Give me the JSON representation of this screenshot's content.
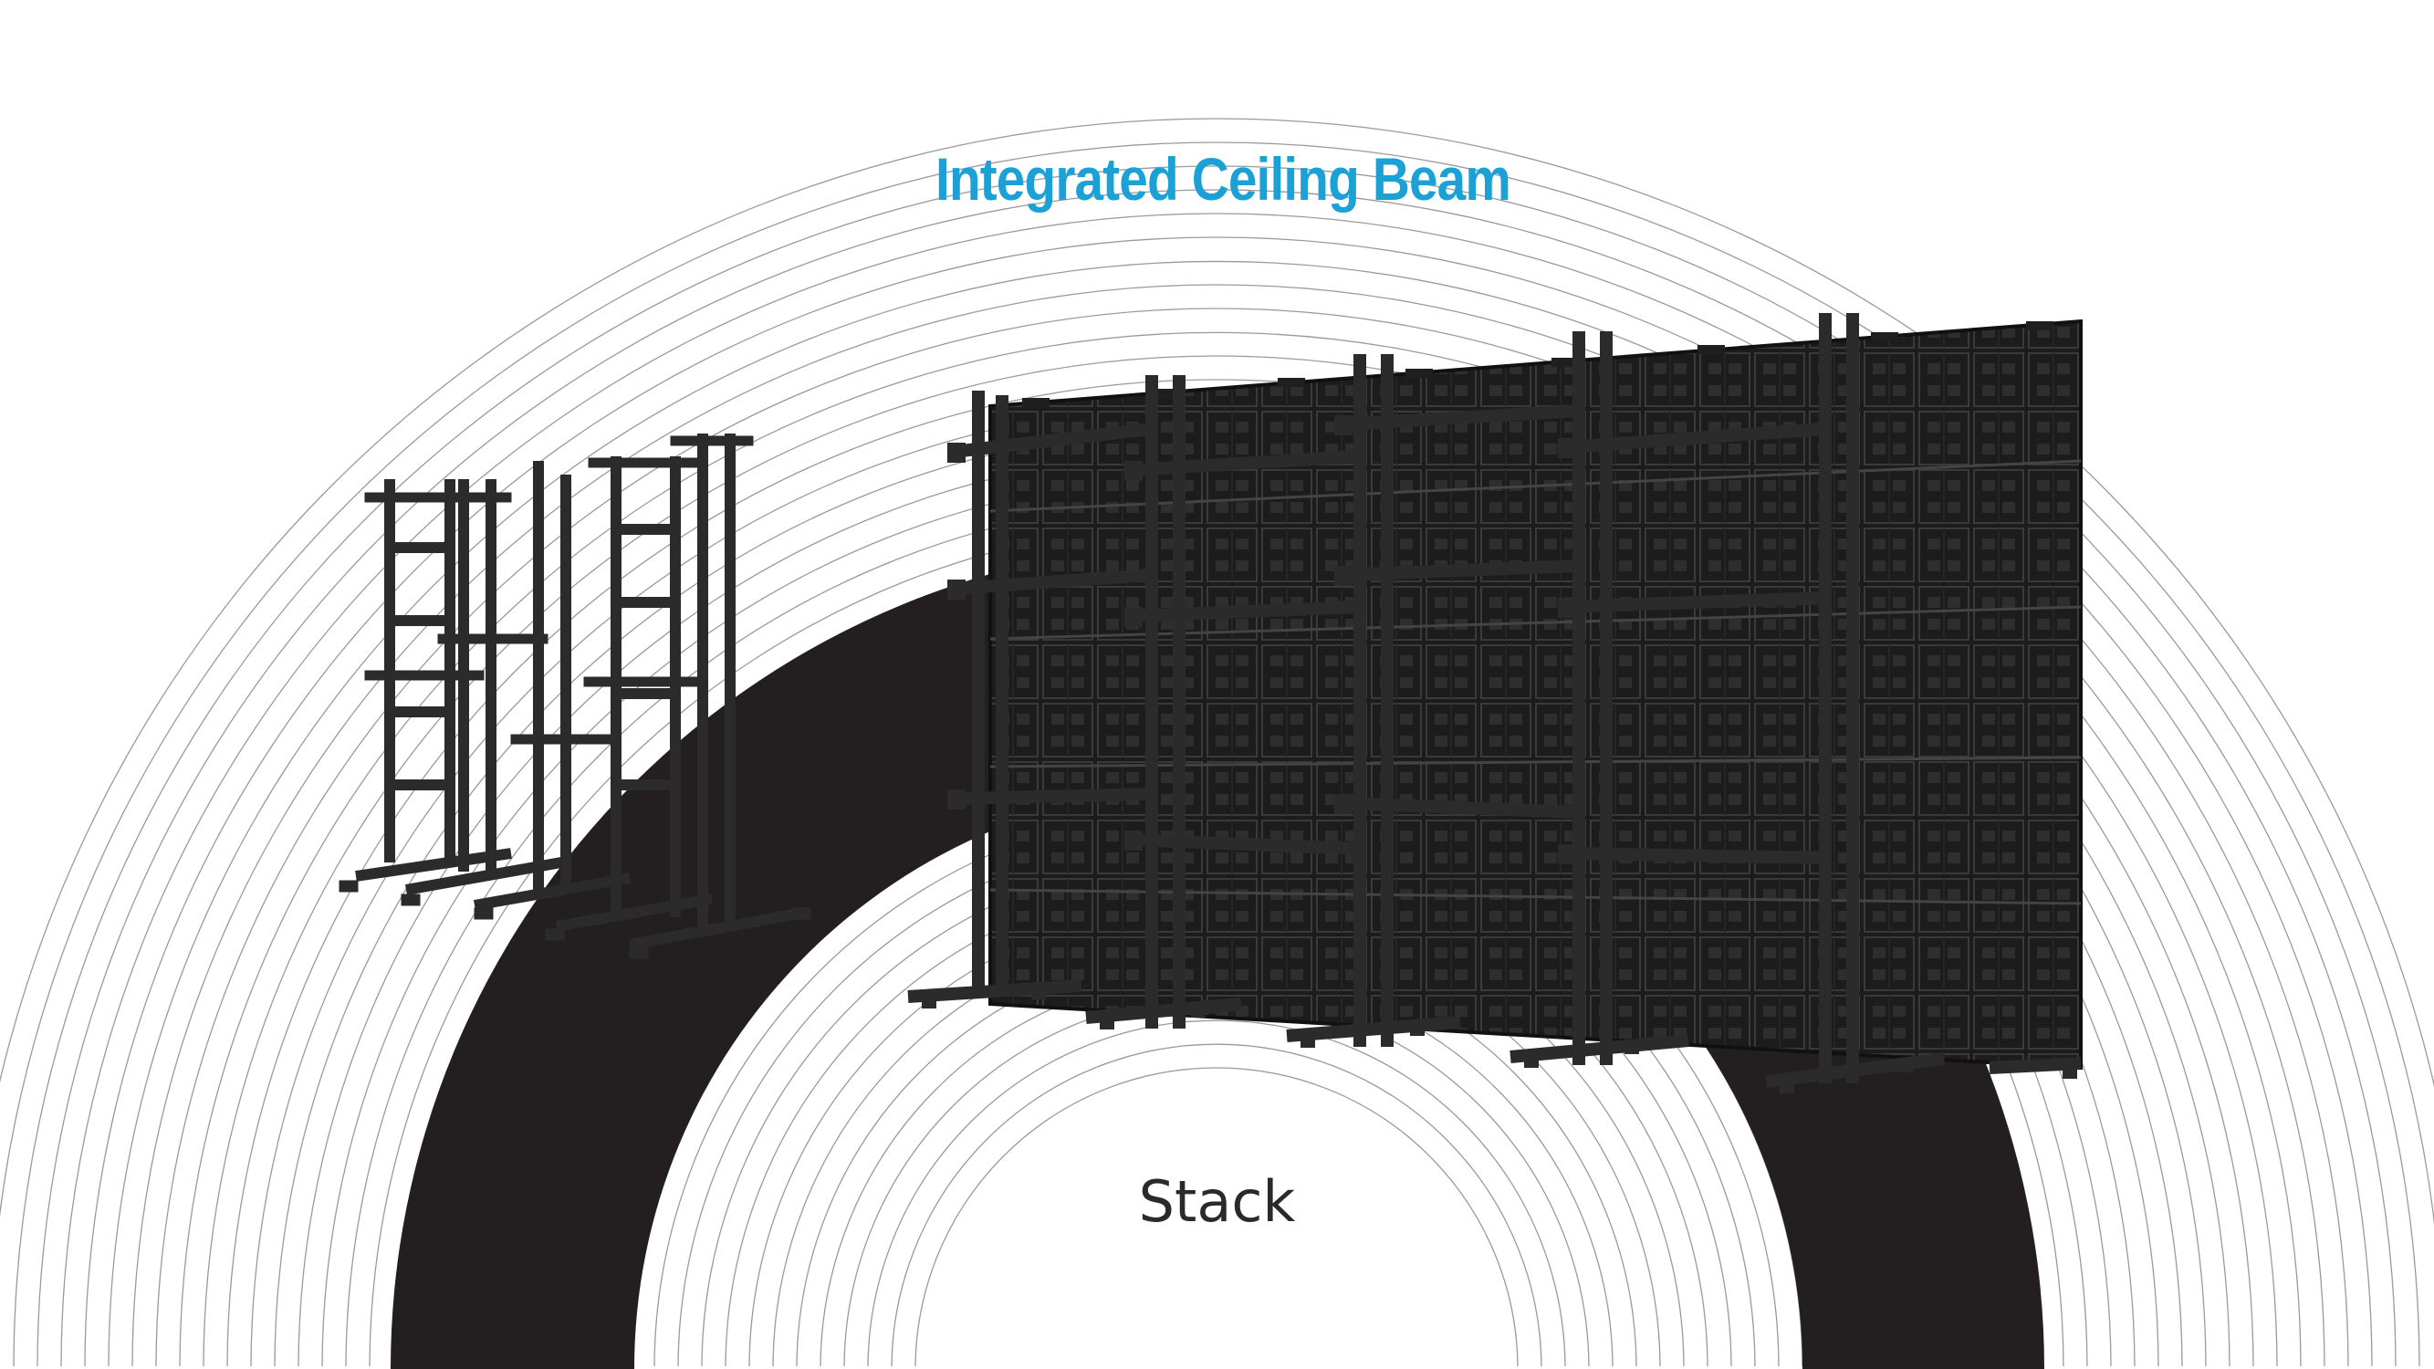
{
  "title": "Integrated Ceiling Beam",
  "caption": "Stack",
  "colors": {
    "title": "#1ba1d6",
    "caption": "#2a2a2a",
    "arc_band": "#231f20",
    "arc_lines": "#9a9a9a",
    "frame": "#2b2b2b",
    "panel": "#1c1c1c",
    "panel_detail": "#3a3a3a",
    "background": "#ffffff"
  },
  "illustrations": [
    {
      "name": "standalone-frame-stands",
      "icon": "frame-stand-icon"
    },
    {
      "name": "led-video-wall-assembly",
      "icon": "video-wall-icon"
    }
  ]
}
